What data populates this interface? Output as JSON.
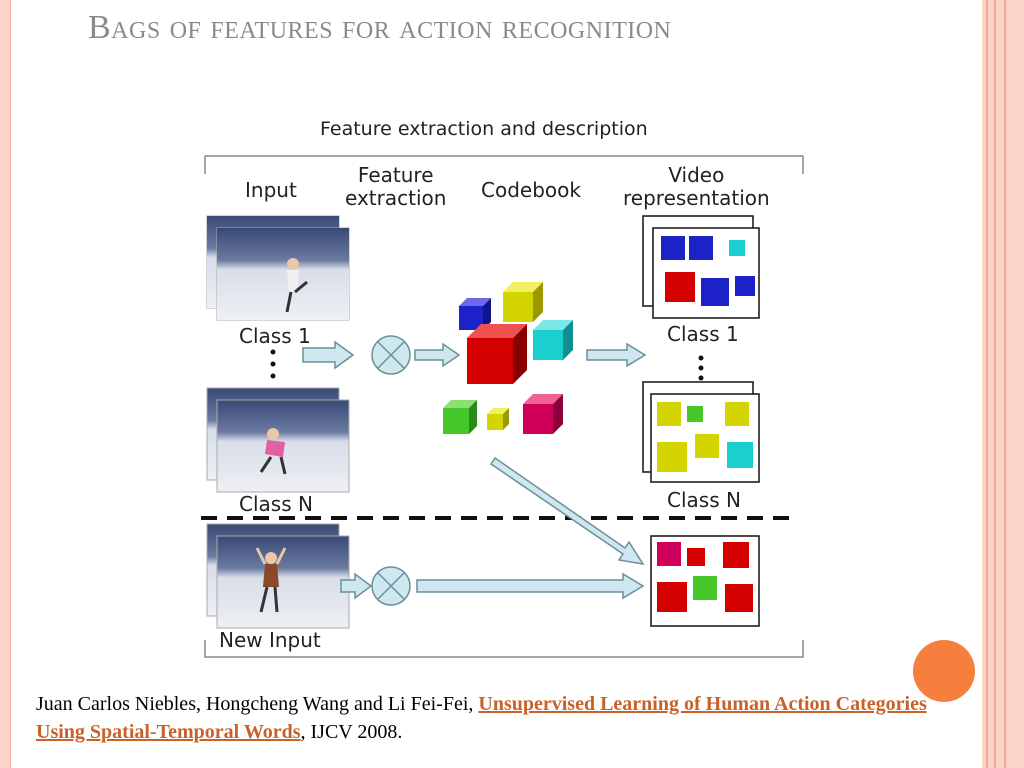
{
  "slide": {
    "title": "Bags of features for action recognition"
  },
  "diagram": {
    "header": "Feature extraction and description",
    "columns": {
      "input": "Input",
      "feature_extraction": "Feature\nextraction",
      "codebook": "Codebook",
      "video_representation": "Video\nrepresentation"
    },
    "labels": {
      "class1": "Class 1",
      "classN": "Class N",
      "class1_right": "Class 1",
      "classN_right": "Class N",
      "new_input": "New Input"
    },
    "colors": {
      "blue": "#1c22c8",
      "yellow": "#d4d400",
      "cyan": "#1ccfcf",
      "red": "#d40000",
      "green": "#46c82a",
      "magenta": "#d0005a",
      "arrow_fill": "#cfe8ef",
      "arrow_stroke": "#6a8f9a"
    }
  },
  "citation": {
    "authors": "Juan Carlos Niebles, Hongcheng Wang and Li Fei-Fei, ",
    "paper_link": "Unsupervised Learning of Human Action Categories Using Spatial-Temporal Words",
    "venue": ", IJCV 2008."
  }
}
